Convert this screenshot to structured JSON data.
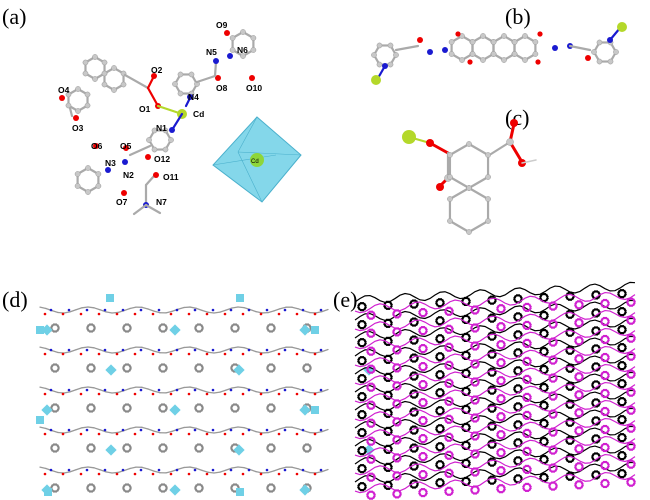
{
  "panels": {
    "a": "(a)",
    "b": "(b)",
    "c": "(c)",
    "d": "(d)",
    "e": "(e)"
  },
  "atom_labels": {
    "O9": "O9",
    "N5": "N5",
    "N6": "N6",
    "O2": "O2",
    "O8": "O8",
    "O10": "O10",
    "O4": "O4",
    "N4": "N4",
    "O1": "O1",
    "Cd": "Cd",
    "N1": "N1",
    "O3": "O3",
    "O6": "O6",
    "O5": "O5",
    "N3": "N3",
    "O12": "O12",
    "N2": "N2",
    "O11": "O11",
    "O7": "O7",
    "N7": "N7"
  },
  "polyhedron_label": "Cd",
  "colors": {
    "carbon": "#c8c8c8",
    "oxygen": "#e00000",
    "nitrogen": "#1a1ad0",
    "cadmium": "#b4d82a",
    "polyhedron": "#6fd0e6",
    "net_a": "#000000",
    "net_b": "#d020d0"
  }
}
